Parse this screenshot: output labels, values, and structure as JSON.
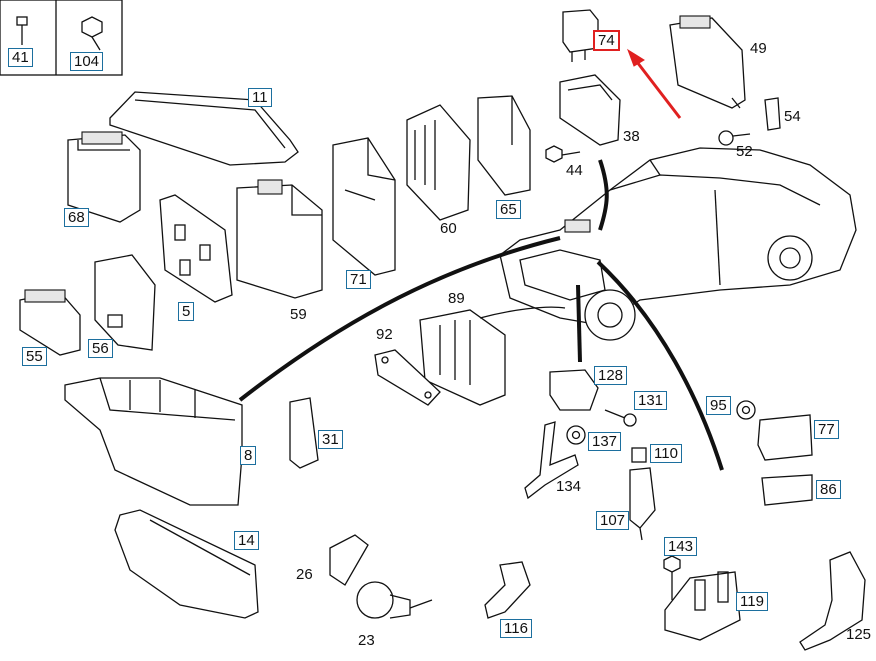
{
  "diagram": {
    "labels": {
      "p41": "41",
      "p104": "104",
      "p11": "11",
      "p68": "68",
      "p5": "5",
      "p59": "59",
      "p71": "71",
      "p60": "60",
      "p65": "65",
      "p55": "55",
      "p56": "56",
      "p74": "74",
      "p49": "49",
      "p38": "38",
      "p54": "54",
      "p44": "44",
      "p52": "52",
      "p89": "89",
      "p92": "92",
      "p8": "8",
      "p31": "31",
      "p14": "14",
      "p26": "26",
      "p23": "23",
      "p116": "116",
      "p128": "128",
      "p131": "131",
      "p137": "137",
      "p134": "134",
      "p110": "110",
      "p107": "107",
      "p95": "95",
      "p77": "77",
      "p86": "86",
      "p143": "143",
      "p119": "119",
      "p125": "125"
    },
    "highlight_color": "#e02020",
    "box_color": "#1c6f9e"
  }
}
